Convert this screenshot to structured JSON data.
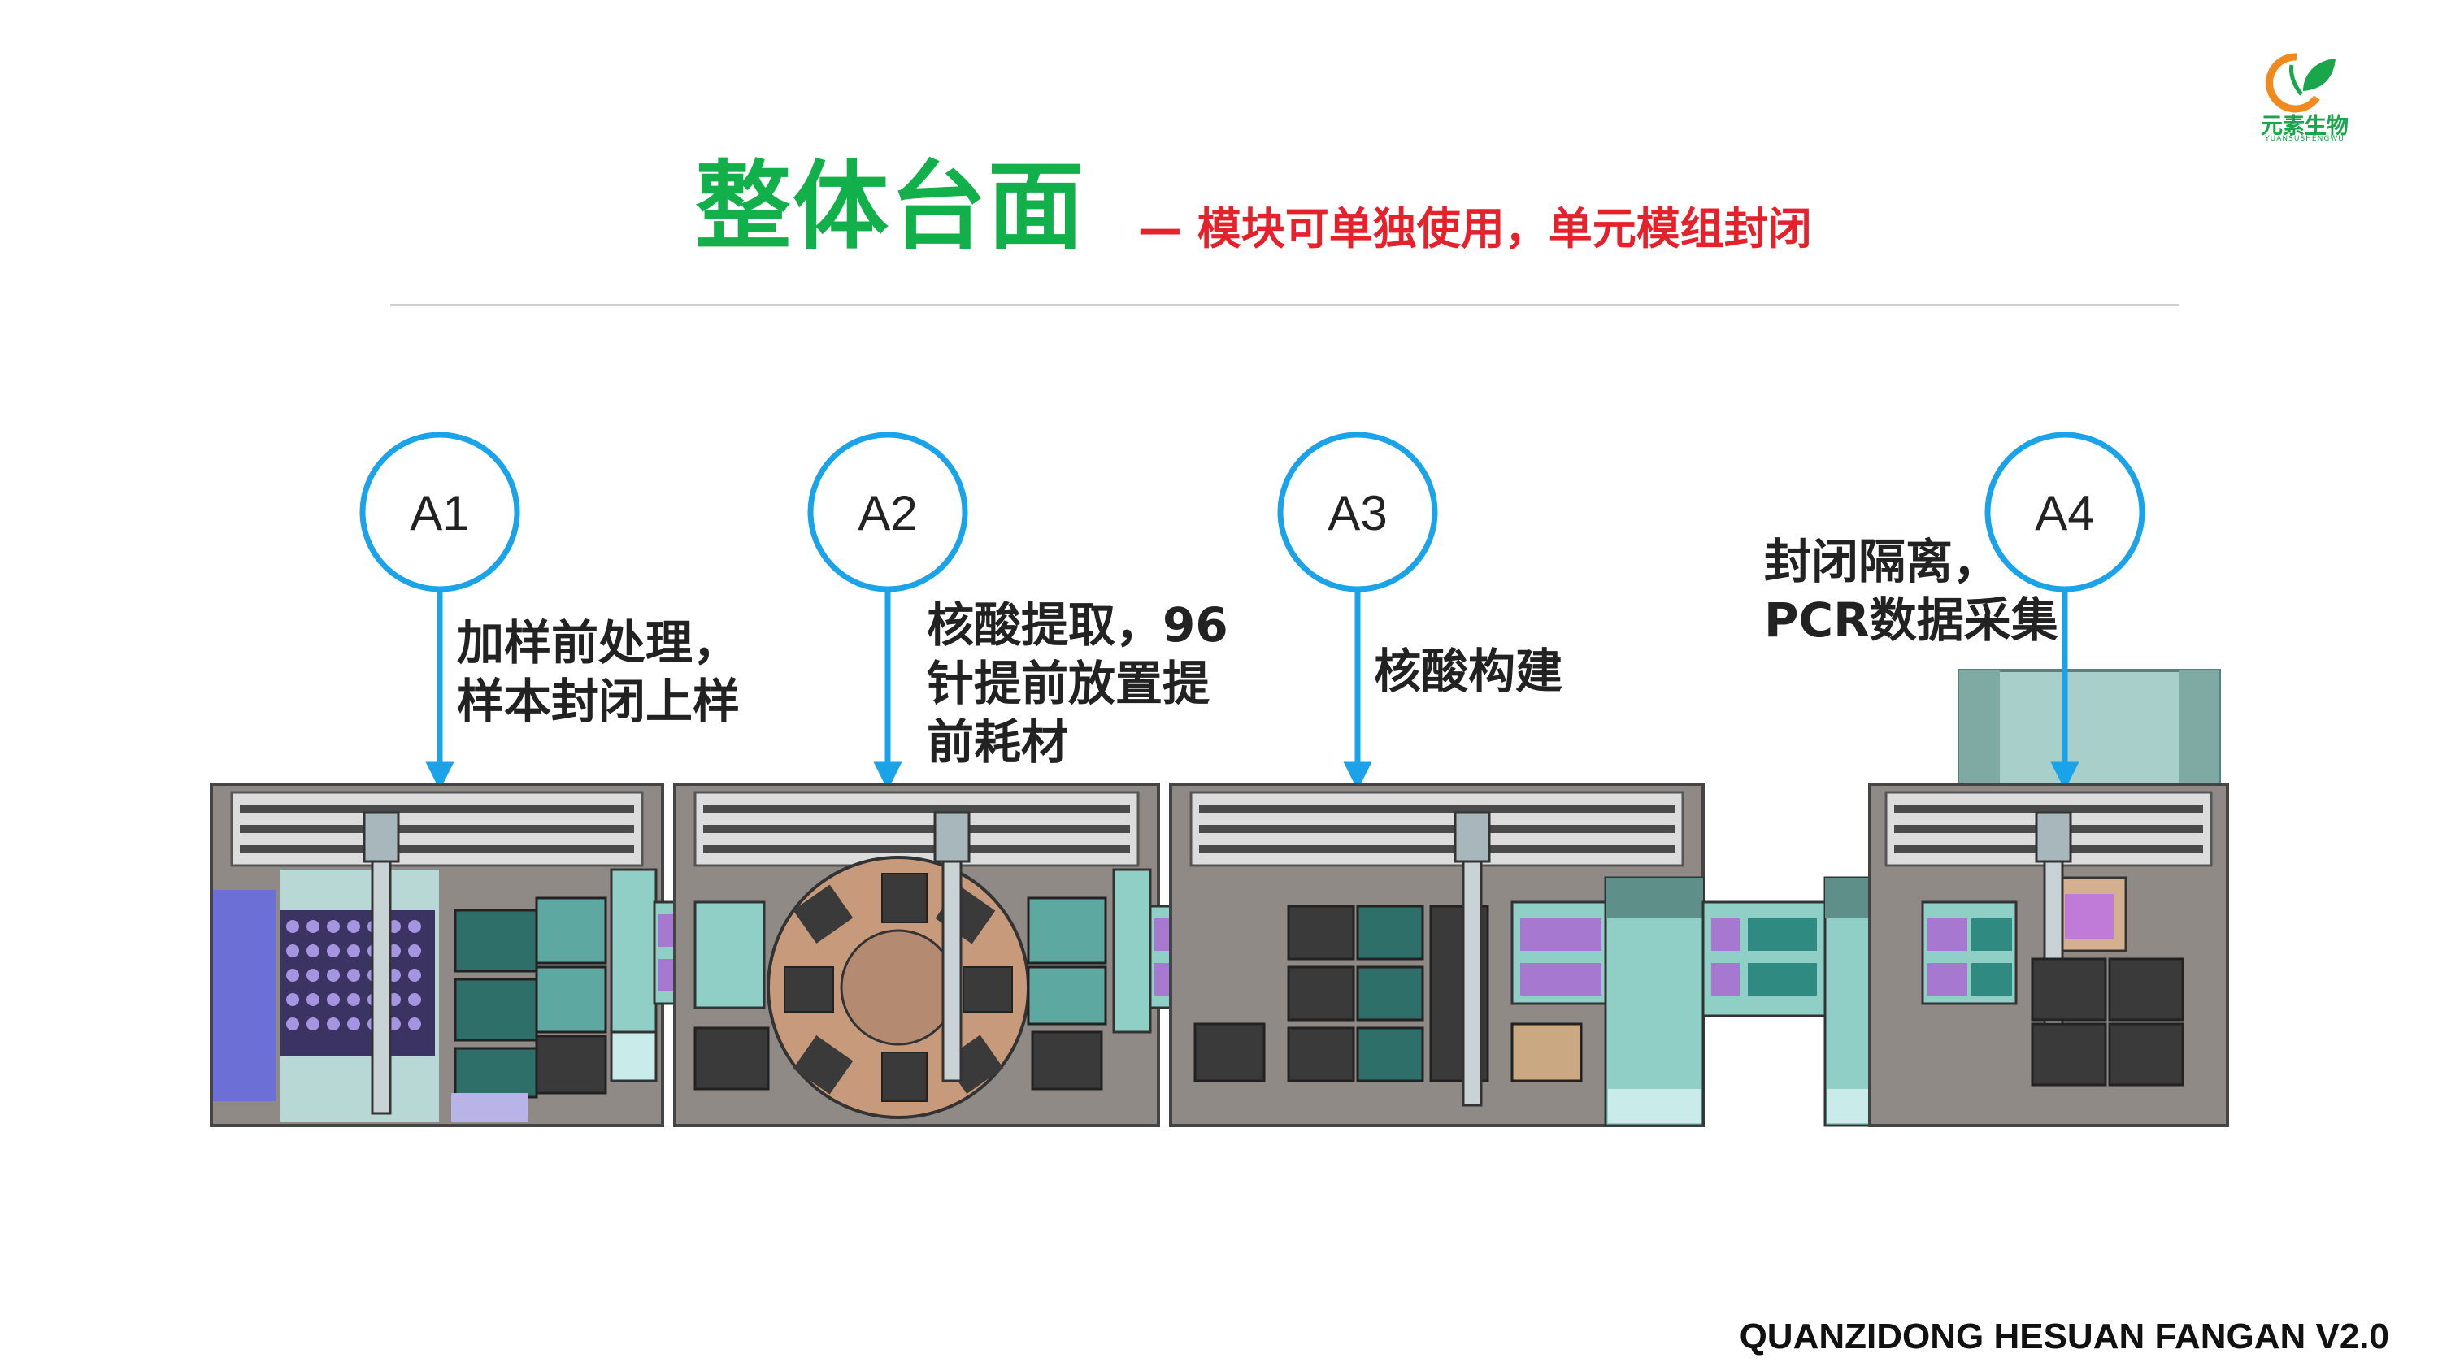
{
  "header": {
    "title": "整体台面",
    "subtitle": "— 模块可单独使用，单元模组封闭"
  },
  "logo": {
    "name": "元素生物",
    "subtext": "YUANSUSHENGWU",
    "colors": {
      "orange": "#f08a1c",
      "green": "#1aa64a"
    }
  },
  "modules": [
    {
      "id": "A1",
      "description_lines": [
        "加样前处理，",
        "样本封闭上样"
      ]
    },
    {
      "id": "A2",
      "description_lines": [
        "核酸提取，96",
        "针提前放置提",
        "前耗材"
      ]
    },
    {
      "id": "A3",
      "description_lines": [
        "核酸构建"
      ]
    },
    {
      "id": "A4",
      "description_lines": [
        "封闭隔离，",
        "PCR数据采集"
      ]
    }
  ],
  "footer": {
    "text": "QUANZIDONG HESUAN FANGAN V2.0"
  },
  "colors": {
    "title_green": "#12b04a",
    "subtitle_red": "#e5222b",
    "callout_blue": "#1aa3e8",
    "deck_gray": "#8f8a86",
    "teal": "#8fcfc6",
    "purple": "#a678cf"
  }
}
